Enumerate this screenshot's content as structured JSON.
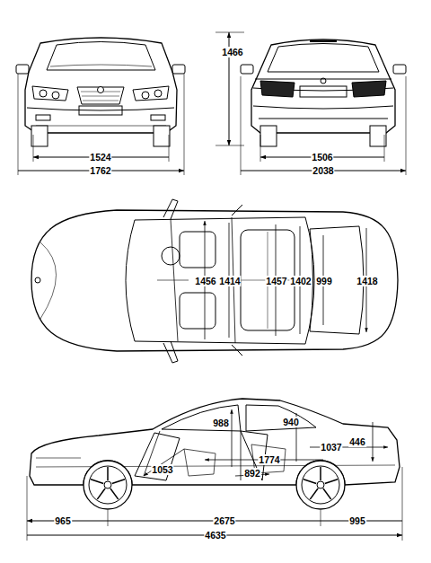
{
  "diagram": {
    "labels": [
      "1466",
      "1524",
      "1762",
      "1506",
      "2038",
      "1456",
      "1414",
      "1457",
      "1402",
      "999",
      "1418",
      "988",
      "940",
      "1774",
      "1037",
      "446",
      "1053",
      "892",
      "965",
      "2675",
      "995",
      "4635"
    ]
  }
}
